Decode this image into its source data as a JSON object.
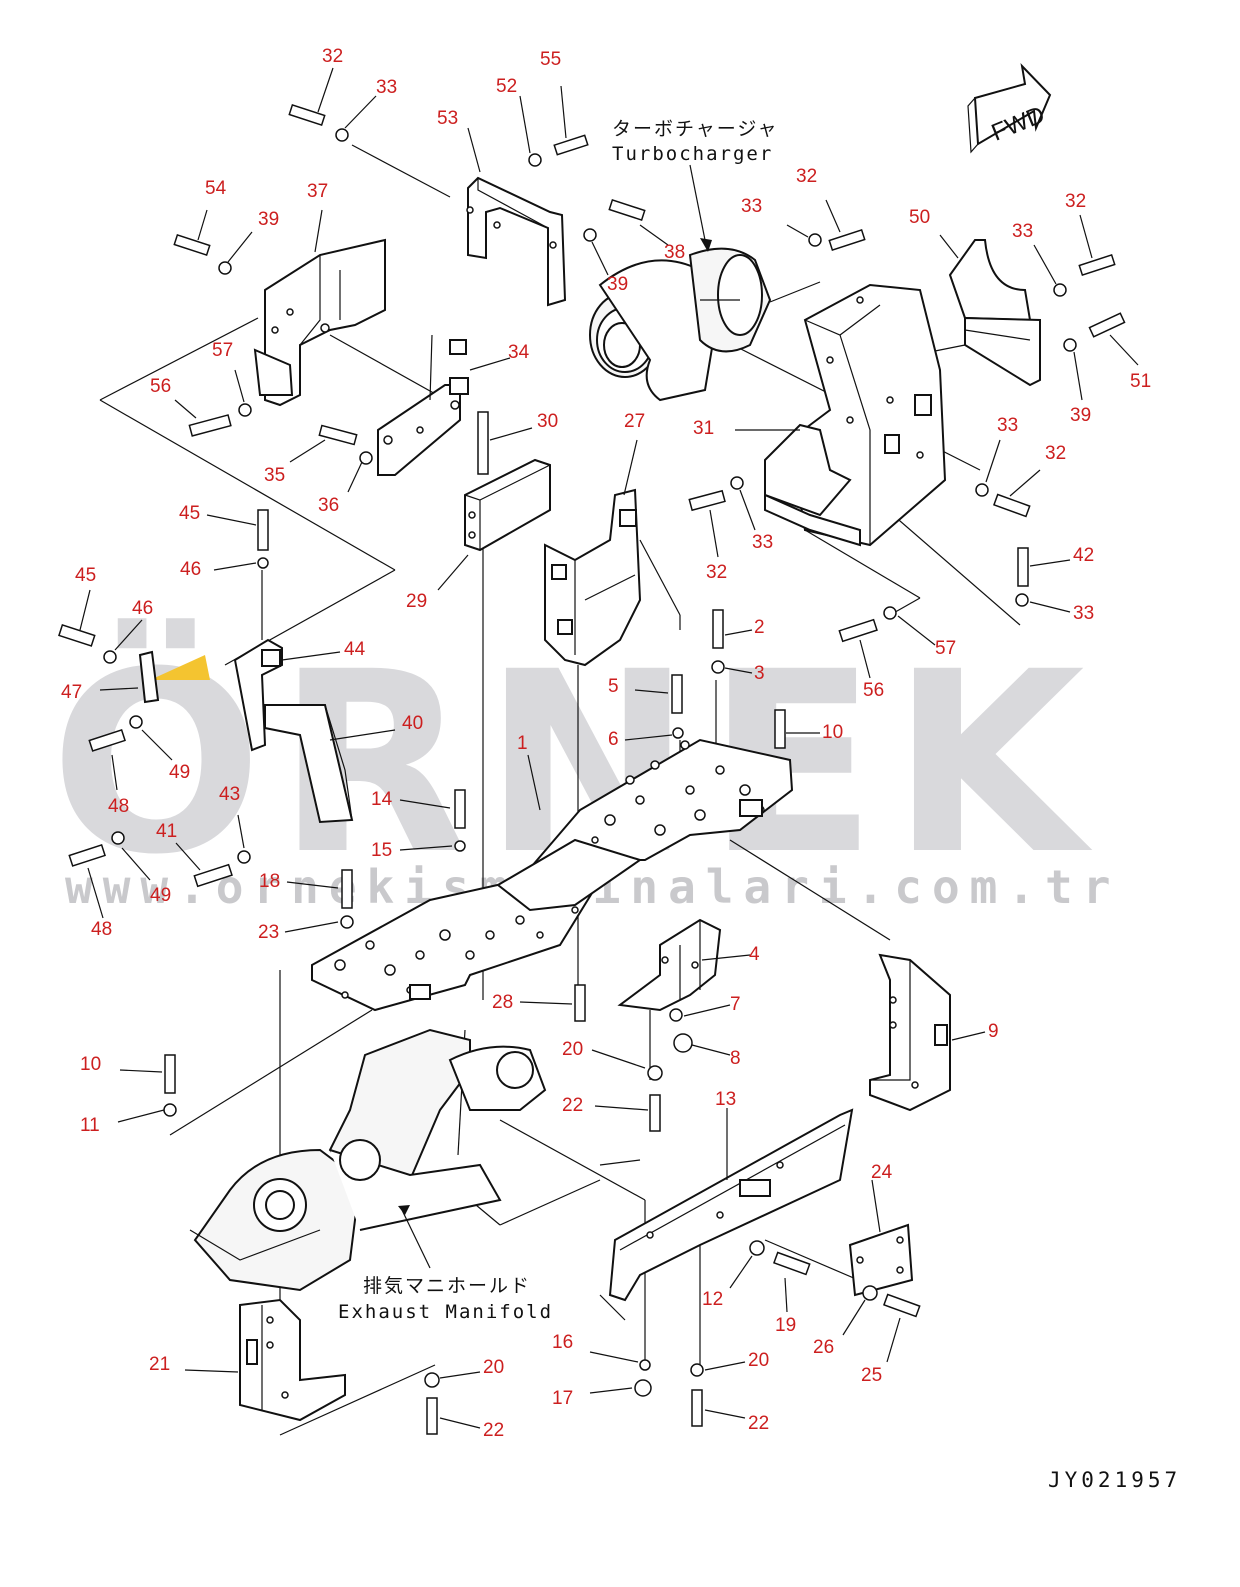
{
  "diagram": {
    "watermark": {
      "brand": "ÖRNEK",
      "url": "www.ornekismakinalari.com.tr"
    },
    "direction_label": "FWD",
    "drawing_code": "JY021957",
    "annotations": {
      "turbocharger_jp": "ターボチャージャ",
      "turbocharger_en": "Turbocharger",
      "manifold_jp": "排気マニホールド",
      "manifold_en": "Exhaust Manifold"
    },
    "callouts": [
      {
        "id": "c32a",
        "label": "32"
      },
      {
        "id": "c33a",
        "label": "33"
      },
      {
        "id": "c52",
        "label": "52"
      },
      {
        "id": "c55",
        "label": "55"
      },
      {
        "id": "c53",
        "label": "53"
      },
      {
        "id": "c54",
        "label": "54"
      },
      {
        "id": "c37",
        "label": "37"
      },
      {
        "id": "c39a",
        "label": "39"
      },
      {
        "id": "c38",
        "label": "38"
      },
      {
        "id": "c39b",
        "label": "39"
      },
      {
        "id": "c33b",
        "label": "33"
      },
      {
        "id": "c32b",
        "label": "32"
      },
      {
        "id": "c50",
        "label": "50"
      },
      {
        "id": "c33c",
        "label": "33"
      },
      {
        "id": "c32c",
        "label": "32"
      },
      {
        "id": "c57a",
        "label": "57"
      },
      {
        "id": "c56a",
        "label": "56"
      },
      {
        "id": "c34",
        "label": "34"
      },
      {
        "id": "c51",
        "label": "51"
      },
      {
        "id": "c39c",
        "label": "39"
      },
      {
        "id": "c30",
        "label": "30"
      },
      {
        "id": "c27",
        "label": "27"
      },
      {
        "id": "c31",
        "label": "31"
      },
      {
        "id": "c33d",
        "label": "33"
      },
      {
        "id": "c32d",
        "label": "32"
      },
      {
        "id": "c35",
        "label": "35"
      },
      {
        "id": "c36",
        "label": "36"
      },
      {
        "id": "c45a",
        "label": "45"
      },
      {
        "id": "c32e",
        "label": "32"
      },
      {
        "id": "c33e",
        "label": "33"
      },
      {
        "id": "c46a",
        "label": "46"
      },
      {
        "id": "c29",
        "label": "29"
      },
      {
        "id": "c42",
        "label": "42"
      },
      {
        "id": "c33f",
        "label": "33"
      },
      {
        "id": "c45b",
        "label": "45"
      },
      {
        "id": "c46b",
        "label": "46"
      },
      {
        "id": "c2",
        "label": "2"
      },
      {
        "id": "c57b",
        "label": "57"
      },
      {
        "id": "c44",
        "label": "44"
      },
      {
        "id": "c3",
        "label": "3"
      },
      {
        "id": "c56b",
        "label": "56"
      },
      {
        "id": "c47",
        "label": "47"
      },
      {
        "id": "c5",
        "label": "5"
      },
      {
        "id": "c40",
        "label": "40"
      },
      {
        "id": "c10a",
        "label": "10"
      },
      {
        "id": "c6",
        "label": "6"
      },
      {
        "id": "c1",
        "label": "1"
      },
      {
        "id": "c49a",
        "label": "49"
      },
      {
        "id": "c48a",
        "label": "48"
      },
      {
        "id": "c43",
        "label": "43"
      },
      {
        "id": "c14",
        "label": "14"
      },
      {
        "id": "c41",
        "label": "41"
      },
      {
        "id": "c15",
        "label": "15"
      },
      {
        "id": "c49b",
        "label": "49"
      },
      {
        "id": "c18",
        "label": "18"
      },
      {
        "id": "c48b",
        "label": "48"
      },
      {
        "id": "c23",
        "label": "23"
      },
      {
        "id": "c4",
        "label": "4"
      },
      {
        "id": "c28",
        "label": "28"
      },
      {
        "id": "c7",
        "label": "7"
      },
      {
        "id": "c9",
        "label": "9"
      },
      {
        "id": "c20a",
        "label": "20"
      },
      {
        "id": "c8",
        "label": "8"
      },
      {
        "id": "c10b",
        "label": "10"
      },
      {
        "id": "c22a",
        "label": "22"
      },
      {
        "id": "c13",
        "label": "13"
      },
      {
        "id": "c11",
        "label": "11"
      },
      {
        "id": "c24",
        "label": "24"
      },
      {
        "id": "c12",
        "label": "12"
      },
      {
        "id": "c19",
        "label": "19"
      },
      {
        "id": "c26",
        "label": "26"
      },
      {
        "id": "c16",
        "label": "16"
      },
      {
        "id": "c21",
        "label": "21"
      },
      {
        "id": "c20b",
        "label": "20"
      },
      {
        "id": "c20c",
        "label": "20"
      },
      {
        "id": "c25",
        "label": "25"
      },
      {
        "id": "c17",
        "label": "17"
      },
      {
        "id": "c22b",
        "label": "22"
      },
      {
        "id": "c22c",
        "label": "22"
      }
    ]
  }
}
